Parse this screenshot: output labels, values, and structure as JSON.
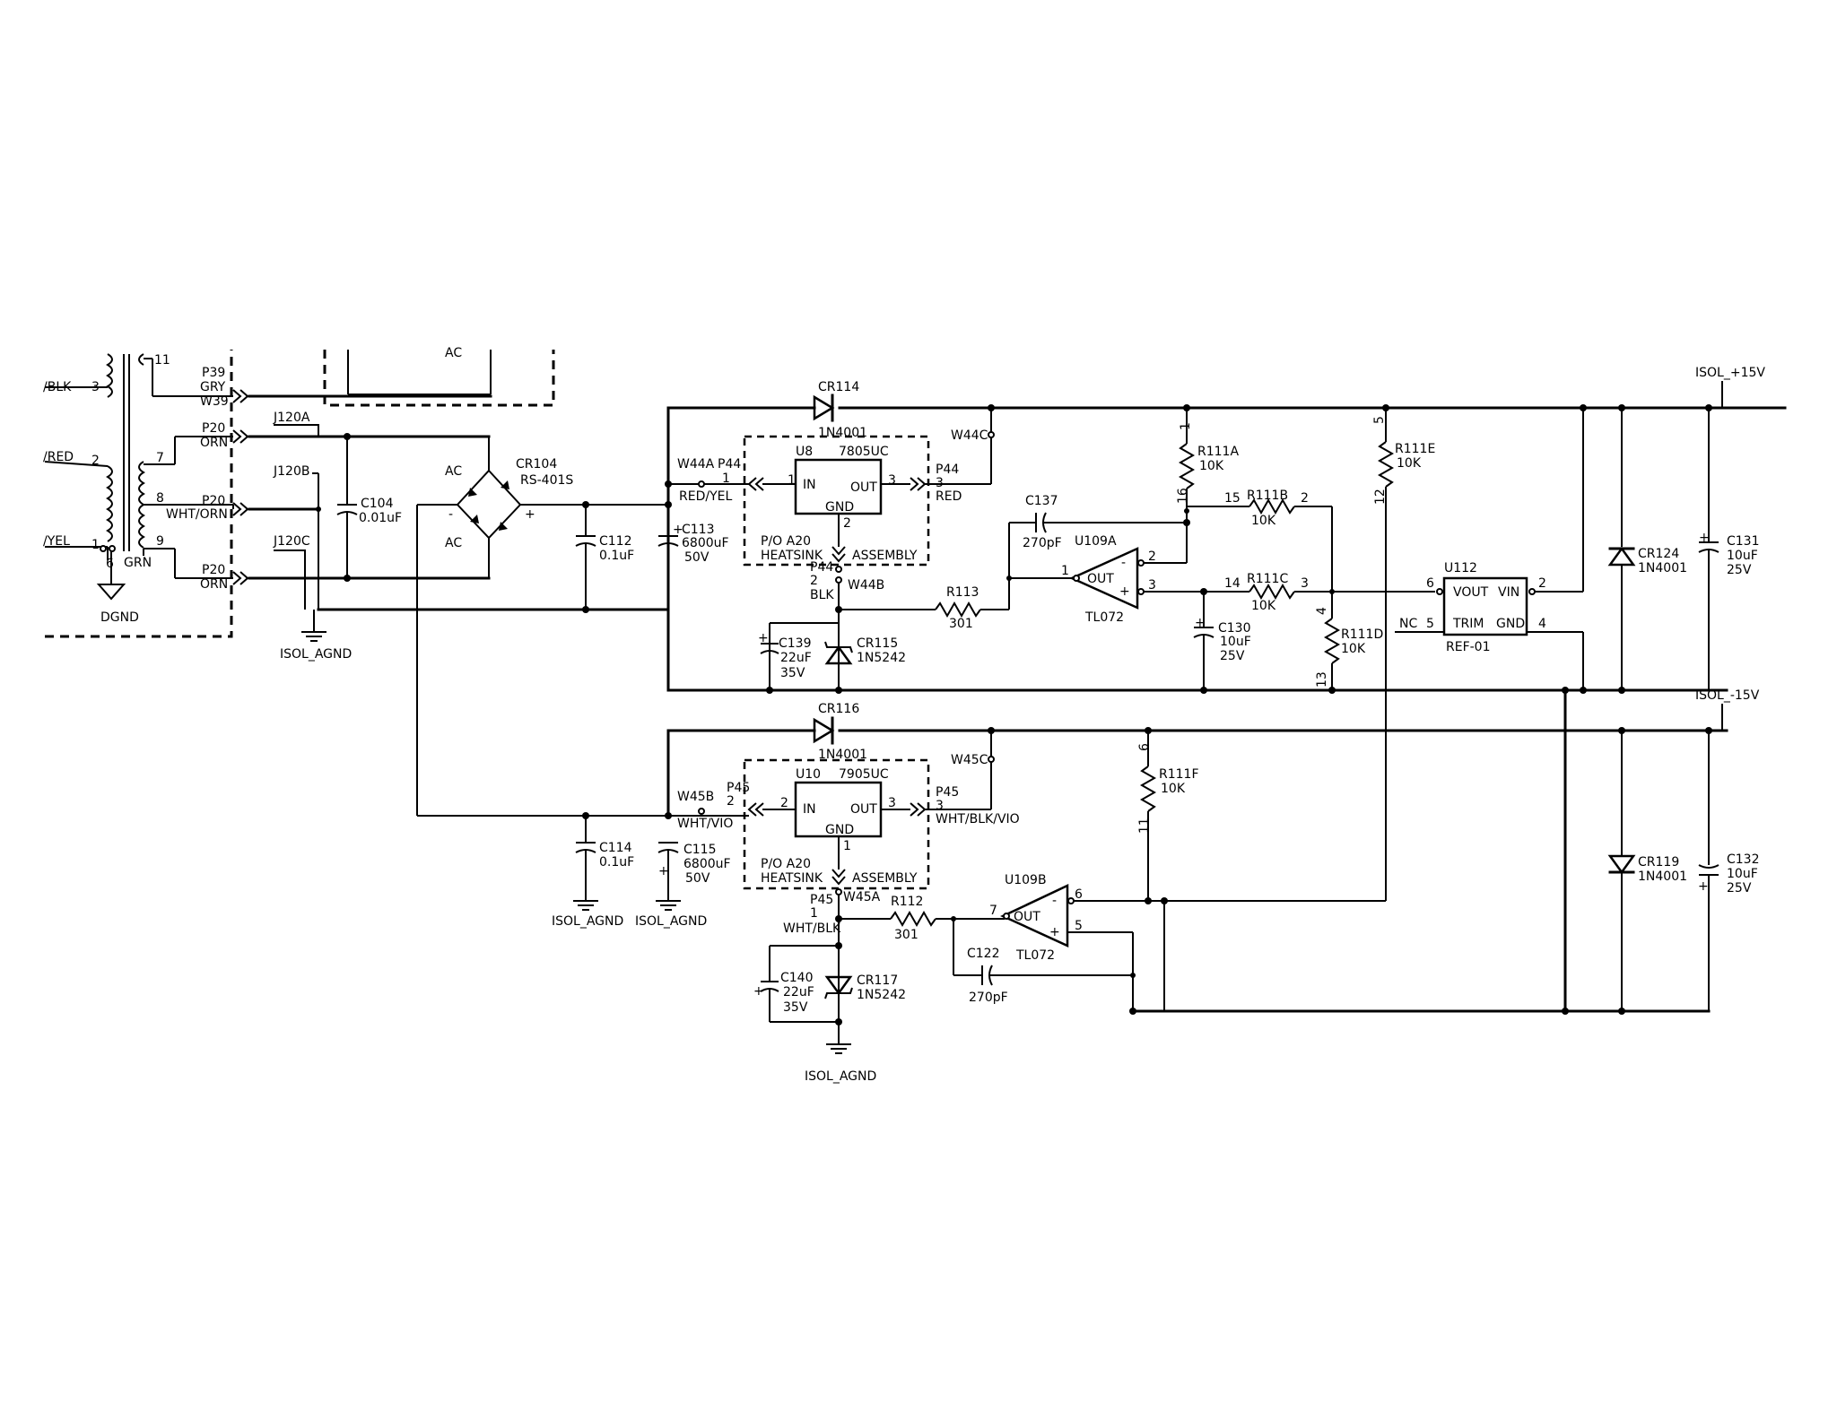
{
  "components": {
    "cr114": {
      "ref": "CR114",
      "value": "1N4001"
    },
    "cr116": {
      "ref": "CR116",
      "value": "1N4001"
    },
    "cr104": {
      "ref": "CR104",
      "value": "RS-401S",
      "ac1": "AC",
      "ac2": "AC"
    },
    "c104": {
      "ref": "C104",
      "value": "0.01uF"
    },
    "c112": {
      "ref": "C112",
      "value": "0.1uF"
    },
    "c113": {
      "ref": "C113",
      "value": "6800uF",
      "voltage": "50V"
    },
    "c114": {
      "ref": "C114",
      "value": "0.1uF"
    },
    "c115": {
      "ref": "C115",
      "value": "6800uF",
      "voltage": "50V"
    },
    "u8": {
      "ref": "U8",
      "part": "7805UC",
      "in": "IN",
      "out": "OUT",
      "gnd": "GND",
      "p1": "1",
      "p2": "2",
      "p3": "3",
      "note1": "P/O A20",
      "note2": "HEATSINK",
      "note3": "ASSEMBLY"
    },
    "u10": {
      "ref": "U10",
      "part": "7905UC",
      "in": "IN",
      "out": "OUT",
      "gnd": "GND",
      "p1": "1",
      "p2": "2",
      "p3": "3",
      "note1": "P/O A20",
      "note2": "HEATSINK",
      "note3": "ASSEMBLY"
    },
    "c139": {
      "ref": "C139",
      "value": "22uF",
      "voltage": "35V"
    },
    "cr115": {
      "ref": "CR115",
      "value": "1N5242"
    },
    "c140": {
      "ref": "C140",
      "value": "22uF",
      "voltage": "35V"
    },
    "cr117": {
      "ref": "CR117",
      "value": "1N5242"
    },
    "r113": {
      "ref": "R113",
      "value": "301"
    },
    "r112": {
      "ref": "R112",
      "value": "301"
    },
    "c137": {
      "ref": "C137",
      "value": "270pF"
    },
    "c122": {
      "ref": "C122",
      "value": "270pF"
    },
    "u109a": {
      "ref": "U109A",
      "part": "TL072",
      "out": "OUT",
      "pin1": "1",
      "pin2": "2",
      "pin3": "3"
    },
    "u109b": {
      "ref": "U109B",
      "part": "TL072",
      "out": "OUT",
      "pin5": "5",
      "pin6": "6",
      "pin7": "7"
    },
    "r111a": {
      "ref": "R111A",
      "value": "10K",
      "p1": "1",
      "p2": "16"
    },
    "r111b": {
      "ref": "R111B",
      "value": "10K",
      "p1": "15",
      "p2": "2"
    },
    "r111c": {
      "ref": "R111C",
      "value": "10K",
      "p1": "14",
      "p2": "3"
    },
    "r111d": {
      "ref": "R111D",
      "value": "10K",
      "p1": "4",
      "p2": "13"
    },
    "r111e": {
      "ref": "R111E",
      "value": "10K",
      "p1": "5",
      "p2": "12"
    },
    "r111f": {
      "ref": "R111F",
      "value": "10K",
      "p1": "6",
      "p2": "11"
    },
    "c130": {
      "ref": "C130",
      "value": "10uF",
      "voltage": "25V"
    },
    "u112": {
      "ref": "U112",
      "part": "REF-01",
      "vout": "VOUT",
      "vin": "VIN",
      "trim": "TRIM",
      "gnd": "GND",
      "p6": "6",
      "p2": "2",
      "p5": "5",
      "p4": "4",
      "nc": "NC"
    },
    "cr124": {
      "ref": "CR124",
      "value": "1N4001"
    },
    "cr119": {
      "ref": "CR119",
      "value": "1N4001"
    },
    "c131": {
      "ref": "C131",
      "value": "10uF",
      "voltage": "25V"
    },
    "c132": {
      "ref": "C132",
      "value": "10uF",
      "voltage": "25V"
    }
  },
  "connectors": {
    "p39": {
      "ref": "P39",
      "wire": "GRY",
      "w": "W39"
    },
    "p20a": {
      "ref": "P20",
      "wire": "ORN"
    },
    "p20b": {
      "ref": "P20",
      "wire": "WHT/ORN"
    },
    "p20c": {
      "ref": "P20",
      "wire": "ORN"
    },
    "j120a": "J120A",
    "j120b": "J120B",
    "j120c": "J120C",
    "w44a": "W44A",
    "p44_in": {
      "ref": "P44",
      "pin": "1",
      "wire": "RED/YEL"
    },
    "p44_out": {
      "ref": "P44",
      "pin": "3",
      "wire": "RED"
    },
    "w44c": "W44C",
    "p44_gnd": {
      "ref": "P44",
      "pin": "2",
      "wire": "BLK",
      "w": "W44B"
    },
    "w45b": "W45B",
    "p45_in": {
      "ref": "P45",
      "pin": "2",
      "wire": "WHT/VIO"
    },
    "p45_out": {
      "ref": "P45",
      "pin": "3",
      "wire": "WHT/BLK/VIO"
    },
    "w45c": "W45C",
    "p45_gnd": {
      "ref": "P45",
      "pin": "1",
      "wire": "WHT/BLK",
      "w": "W45A"
    }
  },
  "transformer": {
    "pin3": "3",
    "pin2": "2",
    "pin1": "1",
    "pin6": "6",
    "pin11": "11",
    "pin7": "7",
    "pin8": "8",
    "pin9": "9",
    "grn": "GRN",
    "wire_blk": "/BLK",
    "wire_red": "/RED",
    "wire_yel": "/YEL"
  },
  "top_block": {
    "ac": "AC"
  },
  "nets": {
    "dgnd": "DGND",
    "isol_agnd": "ISOL_AGND",
    "isol_p15": "ISOL_+15V",
    "isol_m15": "ISOL_-15V"
  }
}
